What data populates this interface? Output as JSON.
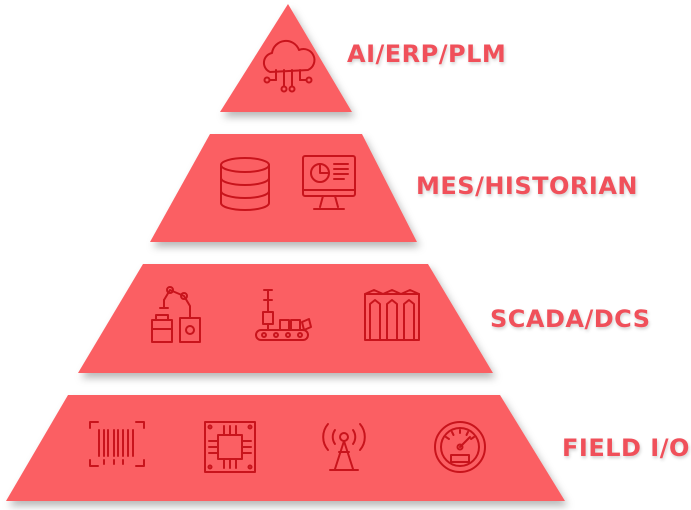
{
  "colors": {
    "tier_fill": "#fb5f63",
    "icon_stroke": "#c8141c",
    "label_text": "#f0505a"
  },
  "tiers": [
    {
      "label": "AI/ERP/PLM",
      "icons": [
        "cloud-network-icon"
      ]
    },
    {
      "label": "MES/HISTORIAN",
      "icons": [
        "database-icon",
        "dashboard-monitor-icon"
      ]
    },
    {
      "label": "SCADA/DCS",
      "icons": [
        "robot-arm-icon",
        "conveyor-robot-icon",
        "storage-tanks-icon"
      ]
    },
    {
      "label": "FIELD I/O",
      "icons": [
        "barcode-scanner-icon",
        "microchip-icon",
        "antenna-icon",
        "gauge-icon"
      ]
    }
  ]
}
